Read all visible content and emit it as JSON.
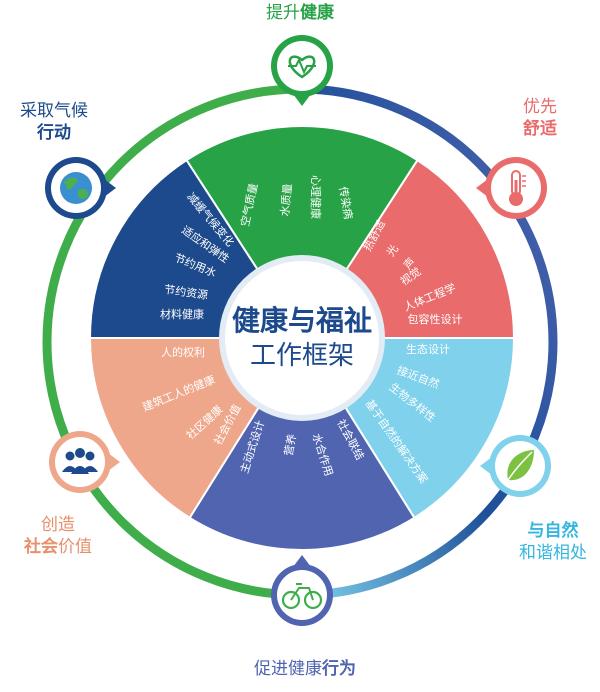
{
  "center": {
    "line1": "健康与福祉",
    "line2": "工作框架"
  },
  "colors": {
    "green": "#27a246",
    "red": "#ea6b6b",
    "cyan": "#7fd1ec",
    "indigo": "#5064b0",
    "salmon": "#efa78b",
    "navy": "#1c4a8c",
    "ring_green": "#3fae4a",
    "ring_navy": "#1e4f99"
  },
  "themes": [
    {
      "id": "health",
      "color": "#27a246",
      "label_plain": "提升",
      "label_bold": "健康",
      "icon": "heart-pulse-icon",
      "items": [
        "空气质量",
        "水质量",
        "心理健康",
        "传染病"
      ]
    },
    {
      "id": "comfort",
      "color": "#ea6b6b",
      "label_plain": "优先",
      "label_bold": "舒适",
      "icon": "thermometer-icon",
      "items": [
        "热舒适",
        "光",
        "声",
        "视觉",
        "人体工程学",
        "包容性设计"
      ]
    },
    {
      "id": "nature",
      "color": "#7fd1ec",
      "label_bold": "与自然",
      "label_plain": "和谐相处",
      "icon": "leaf-icon",
      "items": [
        "生态设计",
        "接近自然",
        "生物多样性",
        "基于自然的解决方案"
      ]
    },
    {
      "id": "behaviour",
      "color": "#5064b0",
      "label_plain": "促进健康",
      "label_bold": "行为",
      "icon": "bicycle-icon",
      "items": [
        "主动式设计",
        "营养",
        "社会联结",
        "水合作用"
      ]
    },
    {
      "id": "social",
      "color": "#efa78b",
      "label_plain": "创造",
      "label_bold": "社会",
      "label_tail": "价值",
      "icon": "community-icon",
      "items": [
        "人的权利",
        "建筑工人的健康",
        "社区健康",
        "社会价值"
      ]
    },
    {
      "id": "climate",
      "color": "#1c4a8c",
      "label_plain": "采取气候",
      "label_bold": "行动",
      "icon": "globe-icon",
      "items": [
        "减缓气候变化",
        "适应和弹性",
        "节约用水",
        "节约资源",
        "材料健康"
      ]
    }
  ]
}
